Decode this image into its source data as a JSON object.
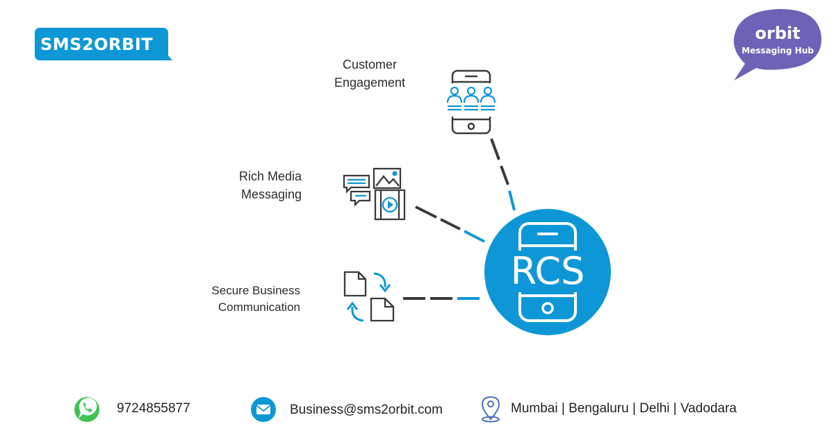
{
  "brand": {
    "name": "SMS2ORBIT",
    "logo_title": "orbit",
    "logo_subtitle": "Messaging Hub"
  },
  "diagram": {
    "center_label": "RCS",
    "features": [
      {
        "line1": "Customer",
        "line2": "Engagement",
        "icon": "phone-users-icon"
      },
      {
        "line1": "Rich Media",
        "line2": "Messaging",
        "icon": "media-icon"
      },
      {
        "line1": "Secure Business",
        "line2": "Communication",
        "icon": "document-sync-icon"
      }
    ]
  },
  "contact": {
    "phone": "9724855877",
    "email": "Business@sms2orbit.com",
    "locations": "Mumbai | Bengaluru | Delhi | Vadodara"
  },
  "colors": {
    "accent": "#0e97d6",
    "logo_purple": "#6c63b6",
    "icon_dark": "#3a3a3a",
    "whatsapp": "#3fc351"
  }
}
